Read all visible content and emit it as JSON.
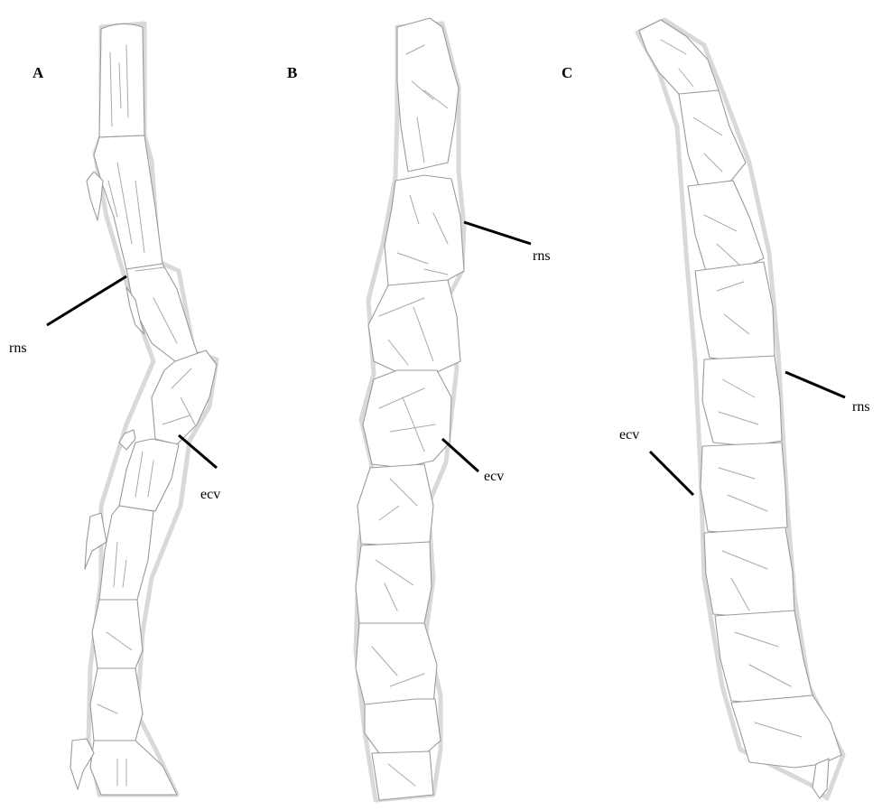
{
  "figure": {
    "panels": [
      {
        "letter": "A",
        "labels": {
          "rns": "rns",
          "ecv": "ecv"
        }
      },
      {
        "letter": "B",
        "labels": {
          "rns": "rns",
          "ecv": "ecv"
        }
      },
      {
        "letter": "C",
        "labels": {
          "rns": "rns",
          "ecv": "ecv"
        }
      }
    ]
  }
}
